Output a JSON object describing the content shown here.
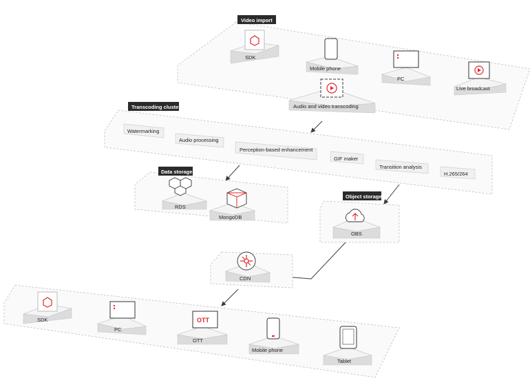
{
  "groups": {
    "video_import": "Video import",
    "transcoding_cluster": "Transcoding cluster",
    "data_storage": "Data storage",
    "object_storage": "Object storage"
  },
  "nodes": {
    "import_sdk": "SDK",
    "import_mobile": "Mobile phone",
    "import_pc": "PC",
    "live_broadcast": "Live broadcast",
    "av_transcoding": "Audio and video transcoding",
    "rds": "RDS",
    "mongodb": "MongoDB",
    "obs": "OBS",
    "cdn": "CDN",
    "out_sdk": "SDK",
    "out_pc": "PC",
    "out_ott": "OTT",
    "out_mobile": "Mobile phone",
    "tablet": "Tablet",
    "ott_screen_text": "OTT"
  },
  "transcoding_features": [
    "Watermarking",
    "Audio processing",
    "Perception-based enhancement",
    "GIF maker",
    "Transition analysis",
    "H.265/264"
  ],
  "colors": {
    "accent": "#e1262d",
    "tag_bg": "#2b2b2b"
  }
}
